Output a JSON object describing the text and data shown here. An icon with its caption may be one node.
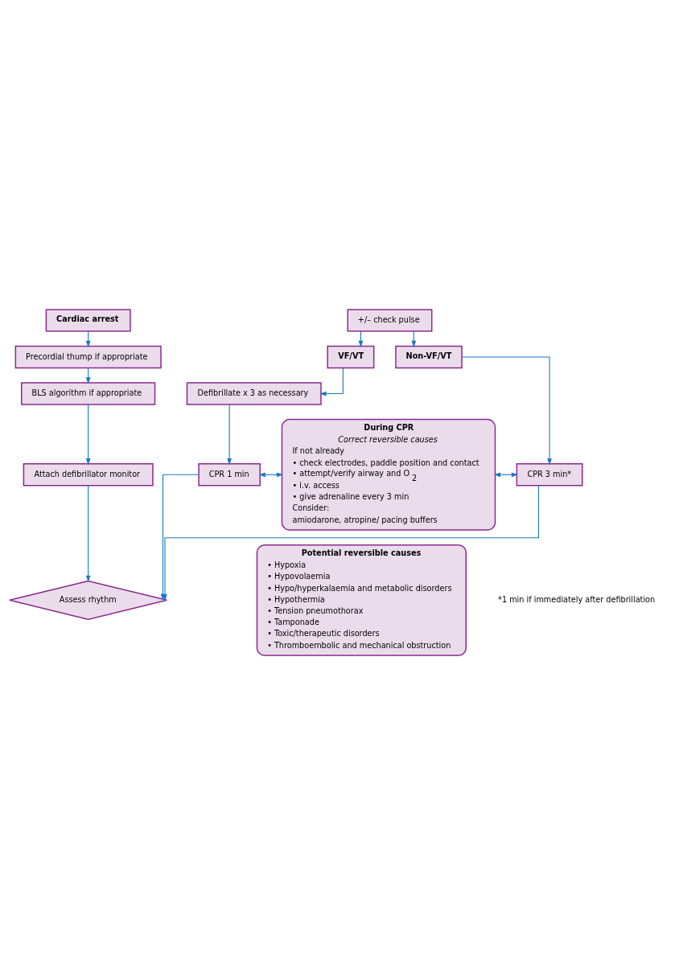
{
  "diagram": {
    "nodes": [
      {
        "text": [
          "Cardiac arrest"
        ]
      },
      {
        "text": [
          "Precordial thump if appropriate"
        ]
      },
      {
        "text": [
          "BLS algorithm if appropriate"
        ]
      },
      {
        "text": [
          "Attach defibrillator monitor"
        ]
      },
      {
        "text": [
          "Assess rhythm"
        ]
      },
      {
        "text": [
          "+/– check pulse"
        ]
      },
      {
        "text": [
          "VF/VT"
        ]
      },
      {
        "text": [
          "Non-VF/VT"
        ]
      },
      {
        "text": [
          "Defibrillate x 3 as necessary"
        ]
      },
      {
        "text": [
          "During CPR",
          "Correct reversible causes",
          "If not already",
          "• check electrodes, paddle position and contact",
          "• attempt/verify airway and O$_{2}$",
          "• i.v. access",
          "• give adrenaline every 3 min",
          "Consider:",
          "amiodarone, atropine/ pacing buffers"
        ]
      },
      {
        "text": [
          "CPR 1 min"
        ]
      },
      {
        "text": [
          "CPR 3 min*"
        ]
      },
      {
        "text": [
          "Potential reversible causes",
          "• Hypoxia",
          "• Hypovolaemia",
          "• Hypo/hyperkalaemia and metabolic disorders",
          "• Hypothermia",
          "• Tension pneumothorax",
          "• Tamponade",
          "• Toxic/therapeutic disorders",
          "• Thromboembolic and mechanical obstruction"
        ]
      }
    ],
    "edges": [
      {
        "from": 0,
        "to": 1,
        "arrow": "to"
      },
      {
        "from": 1,
        "to": 2,
        "arrow": "to"
      },
      {
        "from": 2,
        "to": 3,
        "arrow": "to"
      },
      {
        "from": 3,
        "to": 4,
        "arrow": "to"
      },
      {
        "from": 5,
        "to": 6,
        "arrow": "to"
      },
      {
        "from": 5,
        "to": 7,
        "arrow": "to"
      },
      {
        "from": 6,
        "to": 8,
        "arrow": "to"
      },
      {
        "from": 8,
        "to": 10,
        "arrow": "to"
      },
      {
        "from": 7,
        "to": 11,
        "arrow": "to"
      },
      {
        "from": 10,
        "to": 9,
        "arrow": "both"
      },
      {
        "from": 9,
        "to": 11,
        "arrow": "both"
      },
      {
        "from": 10,
        "to": 4,
        "arrow": "to"
      },
      {
        "from": 11,
        "to": 4,
        "arrow": "to"
      }
    ],
    "labels": [
      "*1 min if immediately after defibrillation"
    ]
  }
}
